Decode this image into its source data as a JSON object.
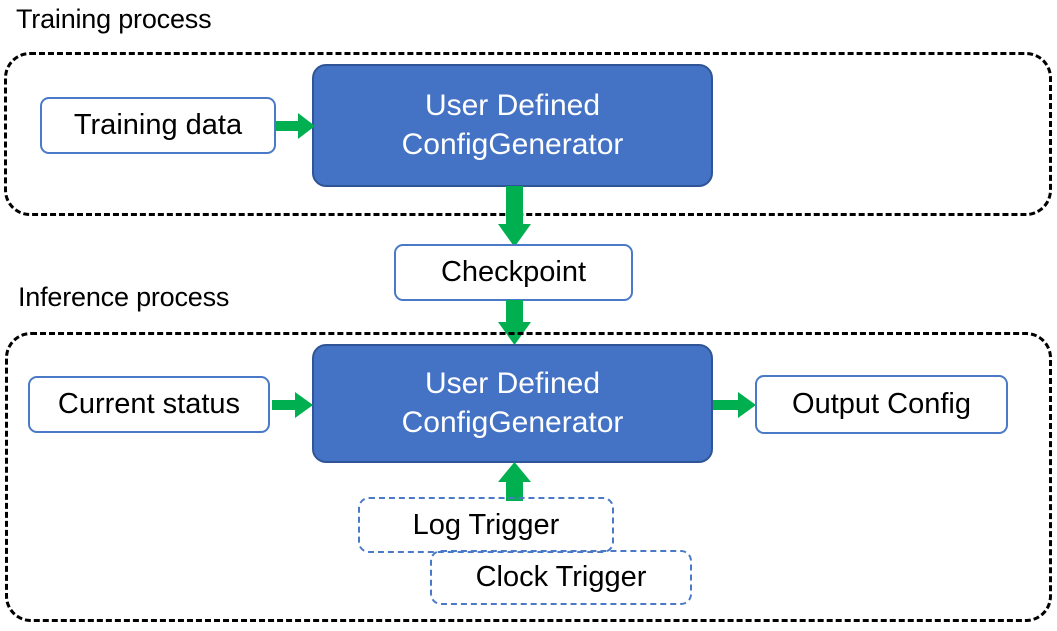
{
  "diagram": {
    "title_training": "Training process",
    "title_inference": "Inference process",
    "colors": {
      "primary_fill": "#4472C4",
      "primary_border": "#2F5597",
      "node_border": "#4A7AC7",
      "arrow_green": "#00B050",
      "container_border": "#000000",
      "text_dark": "#000000",
      "text_light": "#FFFFFF",
      "background": "#FFFFFF"
    }
  },
  "training": {
    "caption": "Training process",
    "nodes": {
      "training_data": {
        "label": "Training data"
      },
      "config_generator": {
        "line1": "User Defined",
        "line2": "ConfigGenerator"
      }
    }
  },
  "bridge": {
    "checkpoint": {
      "label": "Checkpoint"
    }
  },
  "inference": {
    "caption": "Inference process",
    "nodes": {
      "current_status": {
        "label": "Current status"
      },
      "config_generator": {
        "line1": "User Defined",
        "line2": "ConfigGenerator"
      },
      "output_config": {
        "label": "Output Config"
      },
      "log_trigger": {
        "label": "Log Trigger"
      },
      "clock_trigger": {
        "label": "Clock Trigger"
      }
    }
  },
  "arrows": [
    {
      "name": "training-data-to-generator",
      "direction": "right"
    },
    {
      "name": "generator-to-checkpoint",
      "direction": "down"
    },
    {
      "name": "checkpoint-to-inference-generator",
      "direction": "down"
    },
    {
      "name": "current-status-to-generator",
      "direction": "right"
    },
    {
      "name": "generator-to-output-config",
      "direction": "right"
    },
    {
      "name": "triggers-to-generator",
      "direction": "up"
    }
  ]
}
